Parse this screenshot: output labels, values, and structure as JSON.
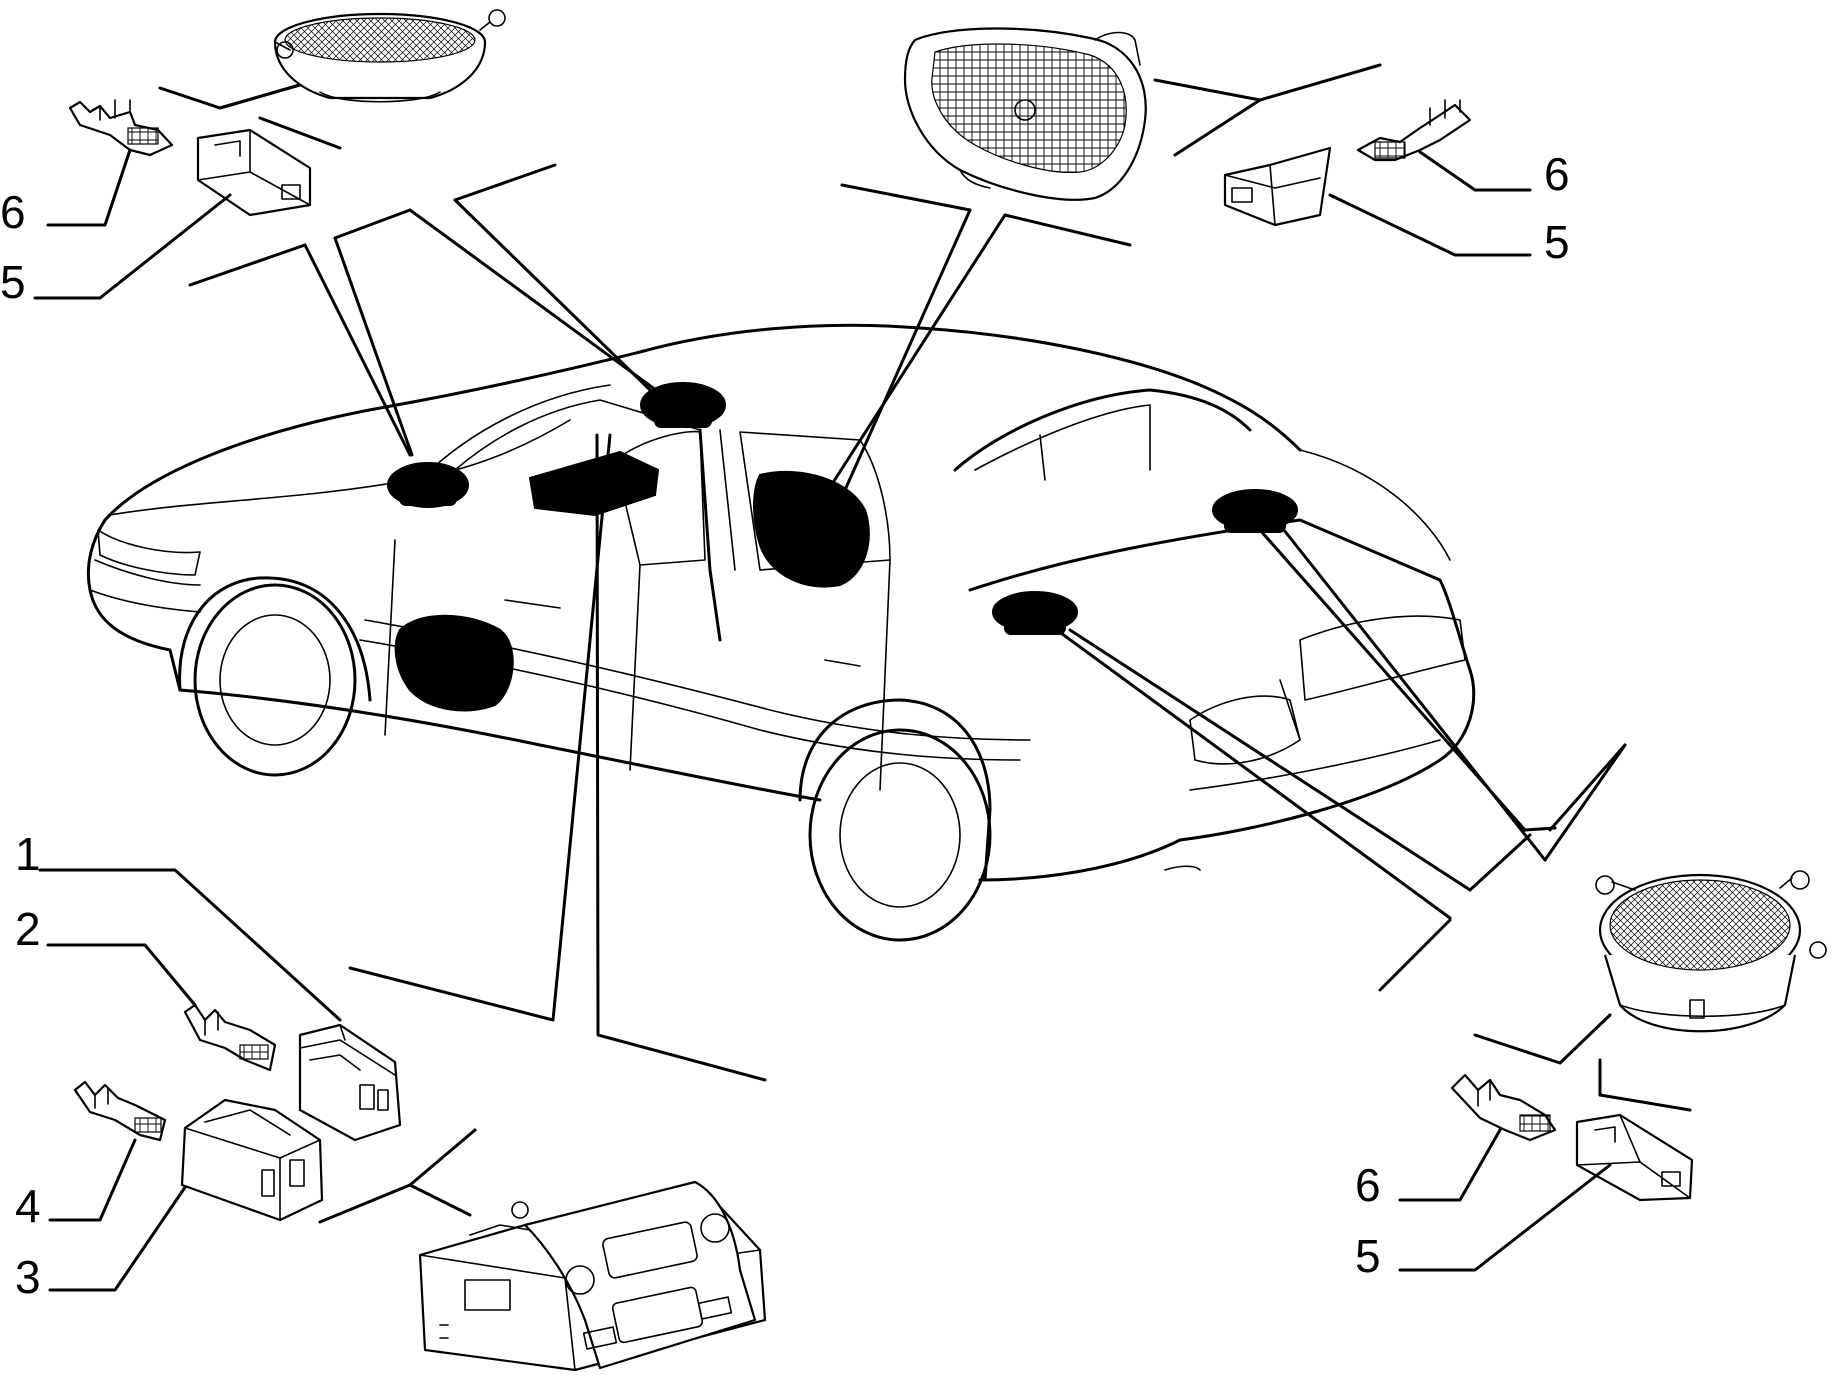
{
  "labels": {
    "l1": "1",
    "l2": "2",
    "l3": "3",
    "l4": "4",
    "l5_top_left": "5",
    "l6_top_left": "6",
    "l5_top_right": "5",
    "l6_top_right": "6",
    "l5_bottom_right": "5",
    "l6_bottom_right": "6"
  },
  "icons": {
    "car": "sedan-line-drawing",
    "speaker": "round-speaker-icon",
    "tweeter": "oval-door-speaker-icon",
    "radio": "car-radio-icon",
    "connector_housing": "connector-housing-icon",
    "terminal": "crimp-terminal-icon"
  },
  "colors": {
    "line": "#000000",
    "background": "#ffffff"
  }
}
